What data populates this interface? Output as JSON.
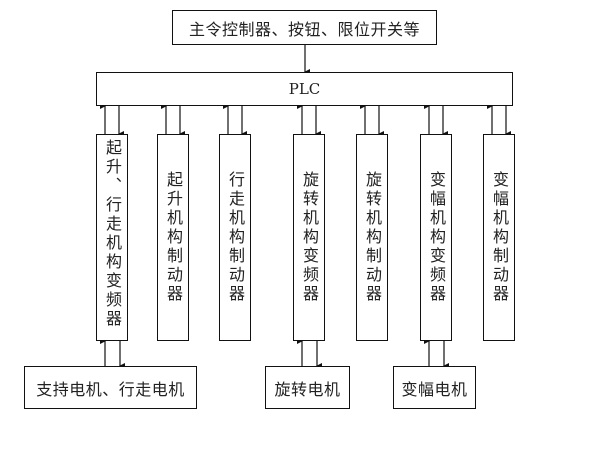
{
  "diagram": {
    "top_box": {
      "label": "主令控制器、按钮、限位开关等"
    },
    "plc": {
      "label": "PLC"
    },
    "modules": [
      {
        "id": "hoist-travel-inverter",
        "label": "起升、行走机构变频器"
      },
      {
        "id": "hoist-brake",
        "label": "起升机构制动器"
      },
      {
        "id": "travel-brake",
        "label": "行走机构制动器"
      },
      {
        "id": "slew-inverter",
        "label": "旋转机构变频器"
      },
      {
        "id": "slew-brake",
        "label": "旋转机构制动器"
      },
      {
        "id": "luffing-inverter",
        "label": "变幅机构变频器"
      },
      {
        "id": "luffing-brake",
        "label": "变幅机构制动器"
      }
    ],
    "motors": [
      {
        "id": "support-travel-motor",
        "label": "支持电机、行走电机",
        "connected_to": "hoist-travel-inverter"
      },
      {
        "id": "slew-motor",
        "label": "旋转电机",
        "connected_to": "slew-inverter"
      },
      {
        "id": "luffing-motor",
        "label": "变幅电机",
        "connected_to": "luffing-inverter"
      }
    ],
    "connections": [
      {
        "from": "top_box",
        "to": "plc",
        "direction": "one-way"
      },
      {
        "between": "plc",
        "and": "modules",
        "direction": "bidirectional"
      },
      {
        "between": "inverters",
        "and": "motors",
        "direction": "bidirectional"
      }
    ]
  }
}
